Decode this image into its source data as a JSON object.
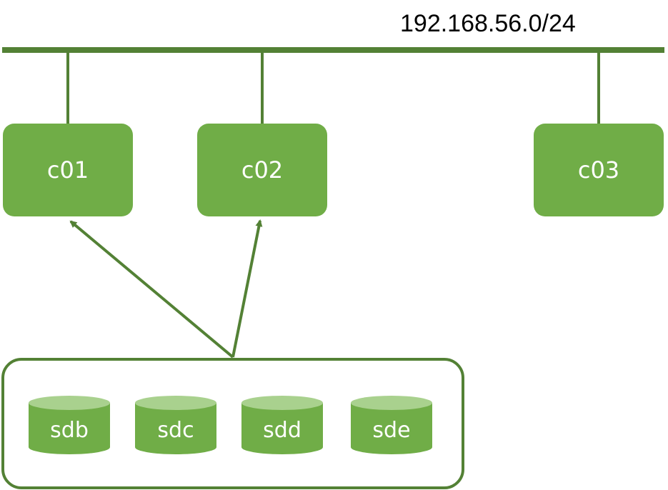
{
  "network": {
    "label": "192.168.56.0/24"
  },
  "nodes": [
    {
      "label": "c01"
    },
    {
      "label": "c02"
    },
    {
      "label": "c03"
    }
  ],
  "storage": {
    "disks": [
      {
        "label": "sdb"
      },
      {
        "label": "sdc"
      },
      {
        "label": "sdd"
      },
      {
        "label": "sde"
      }
    ]
  },
  "colors": {
    "line": "#538135",
    "fill": "#70ad47",
    "disk_top": "#a9d18e",
    "text_on_fill": "#ffffff"
  }
}
